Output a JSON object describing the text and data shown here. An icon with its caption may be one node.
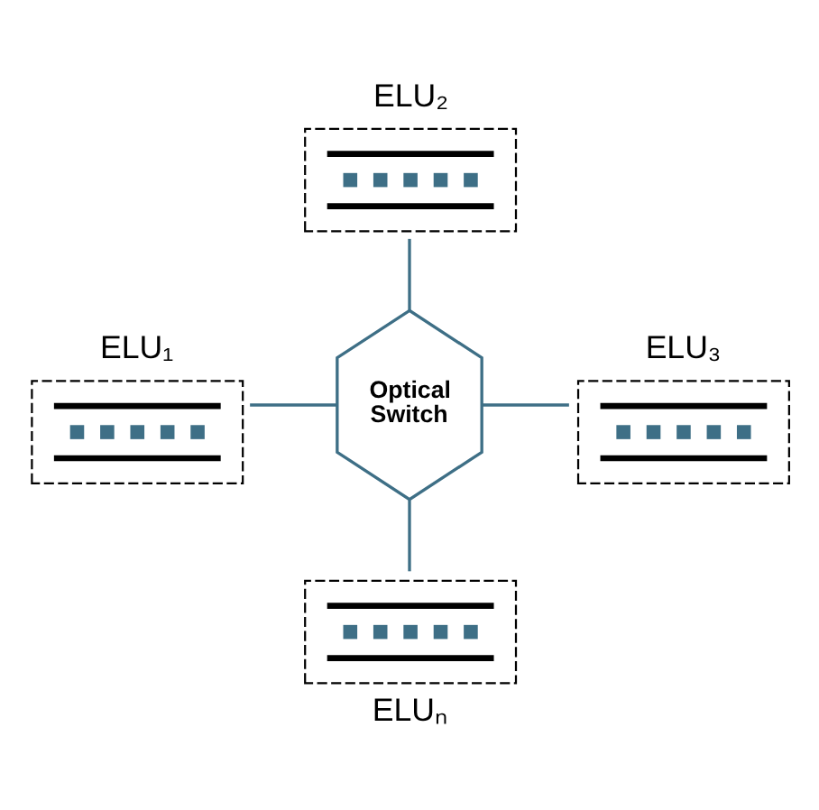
{
  "diagram": {
    "nodes": [
      {
        "text": [
          "ELU₂"
        ]
      },
      {
        "text": [
          "ELU₁"
        ]
      },
      {
        "text": [
          "ELU₃"
        ]
      },
      {
        "text": [
          "Optical Switch"
        ]
      },
      {
        "text": [
          "ELUₙ"
        ]
      }
    ],
    "edges": [
      {
        "from": 0,
        "to": 3,
        "arrow": "none"
      },
      {
        "from": 1,
        "to": 3,
        "arrow": "none"
      },
      {
        "from": 3,
        "to": 2,
        "arrow": "none"
      },
      {
        "from": 3,
        "to": 4,
        "arrow": "none"
      }
    ]
  }
}
